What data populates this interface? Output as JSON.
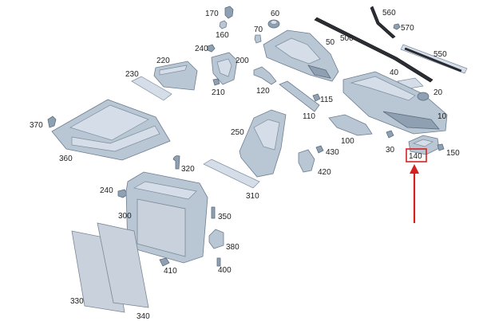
{
  "diagram": {
    "highlight": {
      "label": "140",
      "box_color": "#d62020",
      "arrow_color": "#d62020"
    },
    "part_labels": {
      "p170": "170",
      "p60": "60",
      "p560": "560",
      "p570": "570",
      "p70": "70",
      "p160": "160",
      "p500": "500",
      "p50": "50",
      "p240a": "240",
      "p550": "550",
      "p220": "220",
      "p200": "200",
      "p230": "230",
      "p40": "40",
      "p210": "210",
      "p120": "120",
      "p20": "20",
      "p115": "115",
      "p10": "10",
      "p110": "110",
      "p370": "370",
      "p100": "100",
      "p250": "250",
      "p430": "430",
      "p30": "30",
      "p150": "150",
      "p360": "360",
      "p320": "320",
      "p420": "420",
      "p240b": "240",
      "p310": "310",
      "p300": "300",
      "p350": "350",
      "p380": "380",
      "p410": "410",
      "p400": "400",
      "p330": "330",
      "p340": "340"
    },
    "colors": {
      "part_fill": "#b9c6d4",
      "part_stroke": "#6d7e90",
      "label_text": "#222222"
    }
  }
}
